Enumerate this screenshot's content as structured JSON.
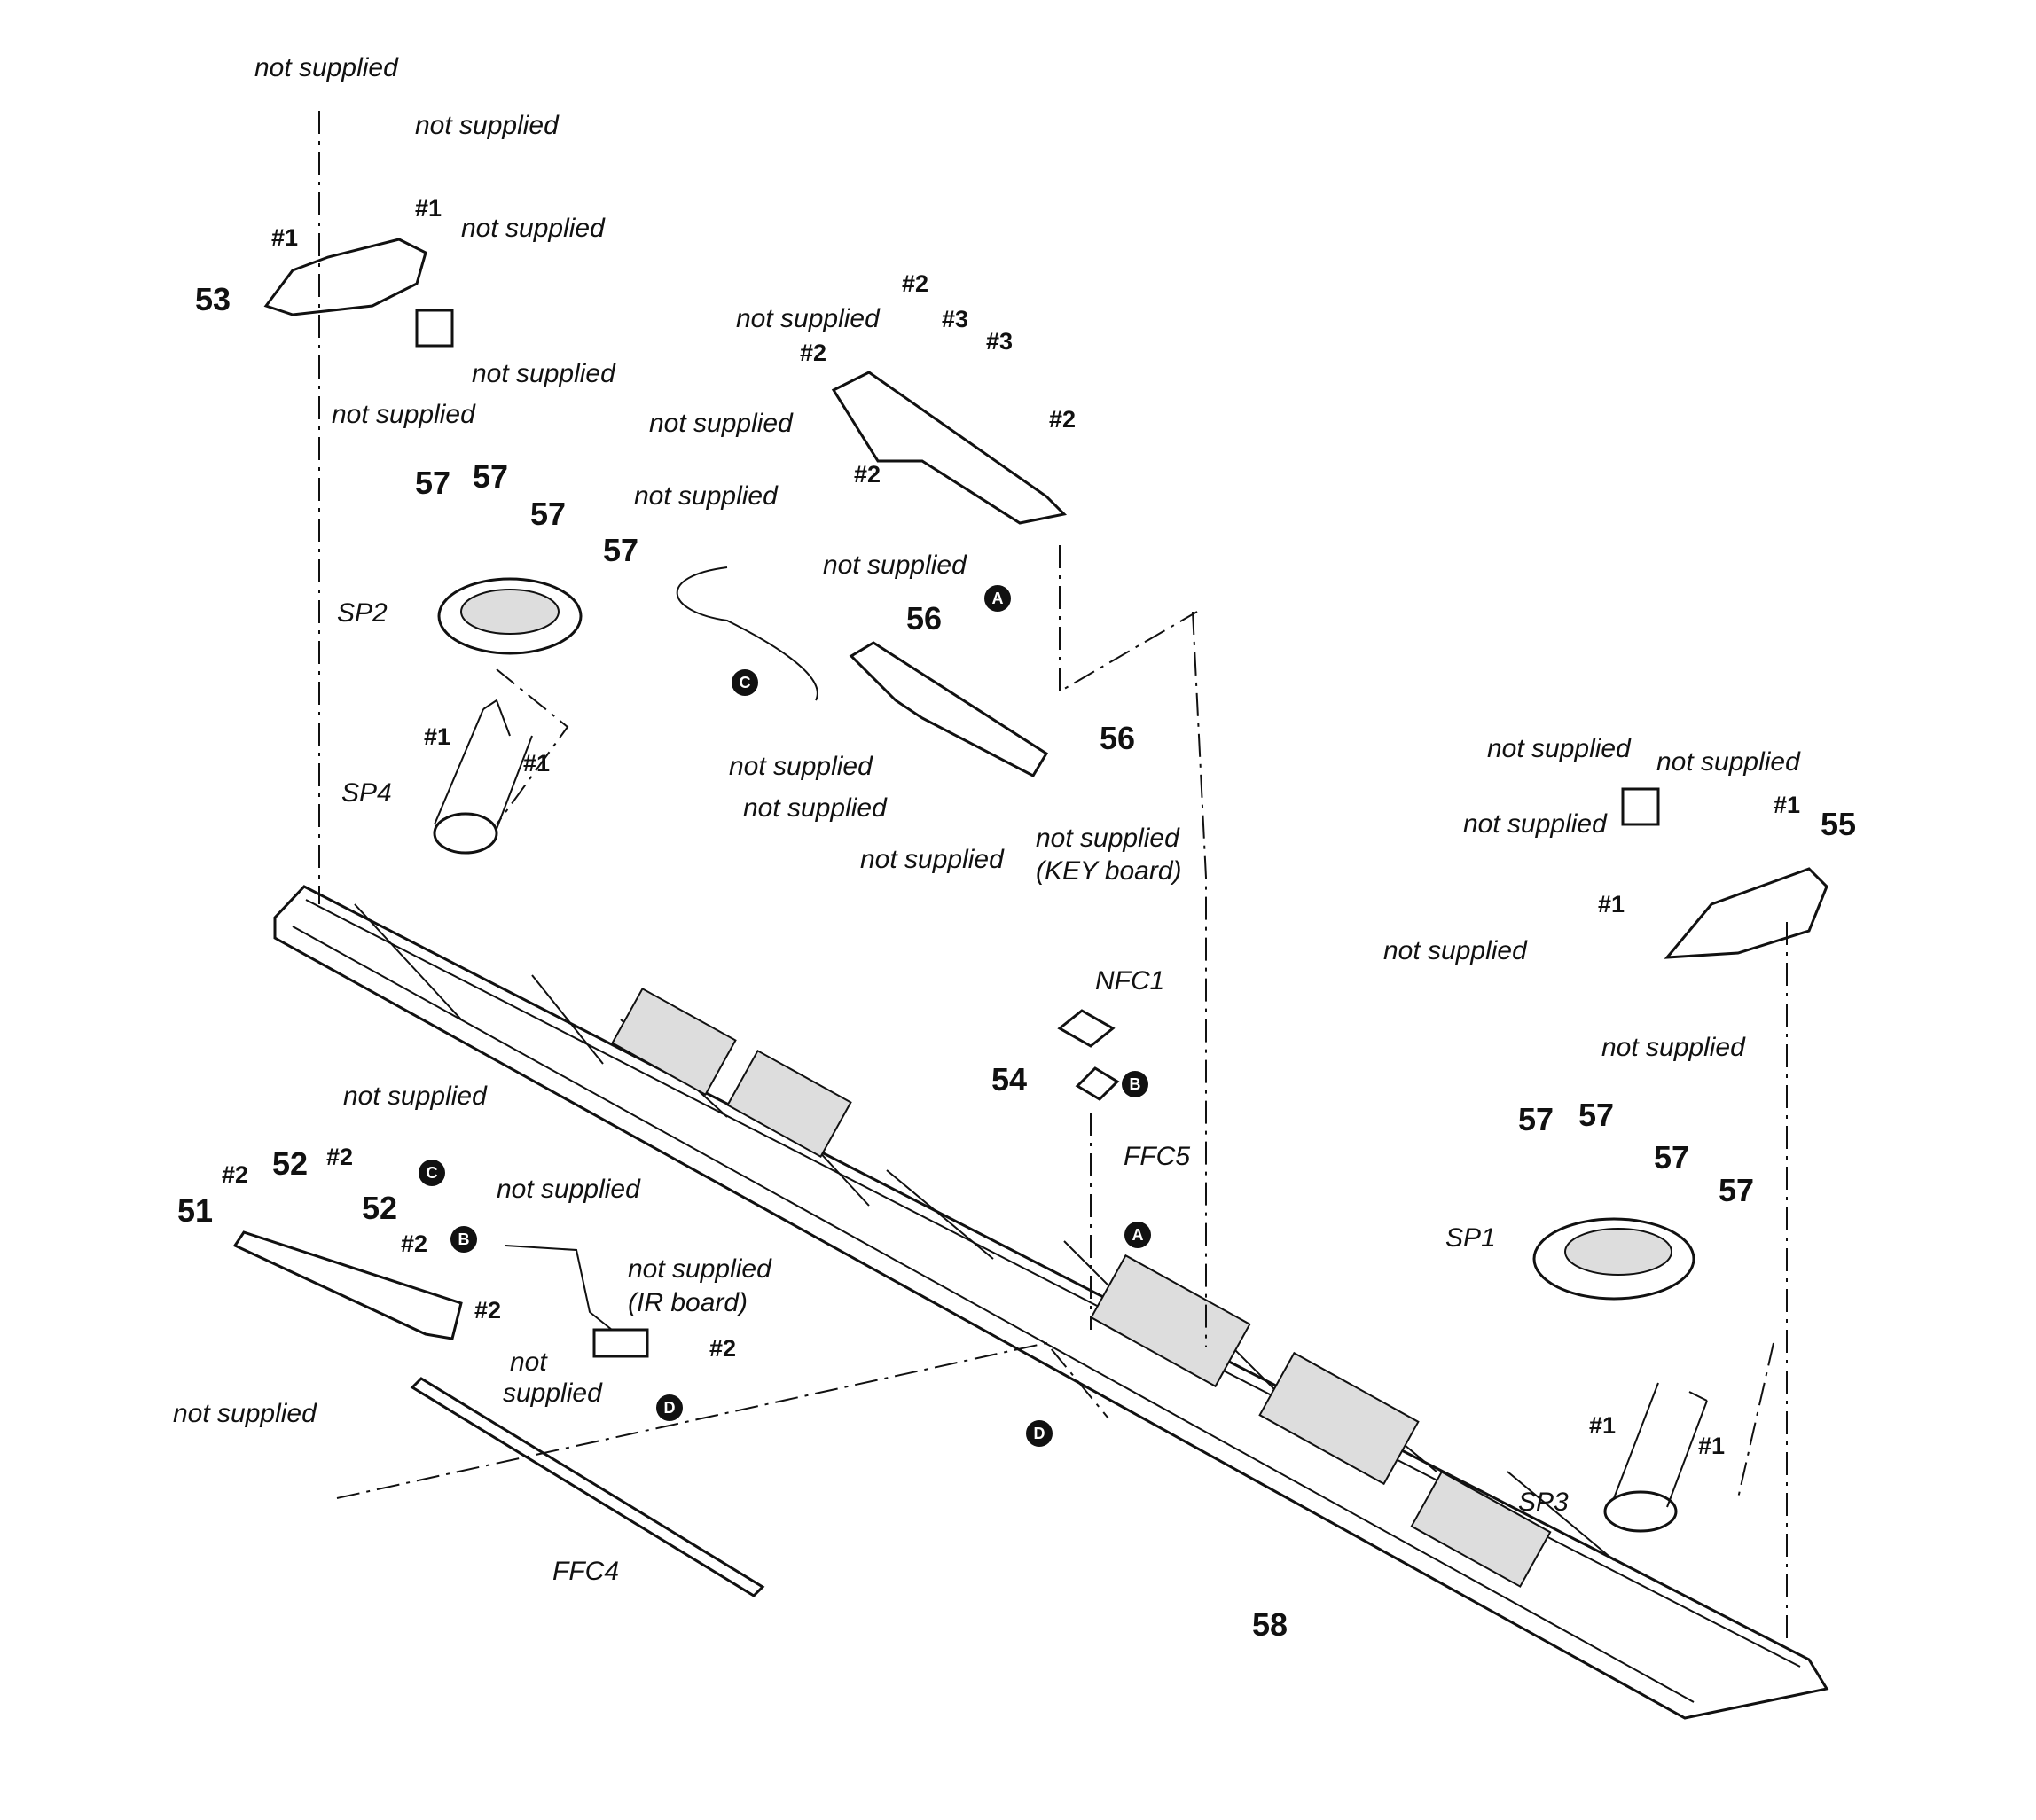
{
  "labels": {
    "ns": "not supplied",
    "ns_key": "not supplied",
    "key_board": "(KEY board)",
    "ns_ir": "not supplied",
    "ir_board": "(IR board)",
    "not_word": "not",
    "supplied_word": "supplied"
  },
  "parts": {
    "p51": "51",
    "p52": "52",
    "p53": "53",
    "p54": "54",
    "p55": "55",
    "p56": "56",
    "p57": "57",
    "p58": "58"
  },
  "screws": {
    "s1": "#1",
    "s2": "#2",
    "s3": "#3"
  },
  "components": {
    "sp1": "SP1",
    "sp2": "SP2",
    "sp3": "SP3",
    "sp4": "SP4",
    "nfc1": "NFC1",
    "ffc4": "FFC4",
    "ffc5": "FFC5"
  },
  "markers": {
    "a": "A",
    "b": "B",
    "c": "C",
    "d": "D"
  }
}
